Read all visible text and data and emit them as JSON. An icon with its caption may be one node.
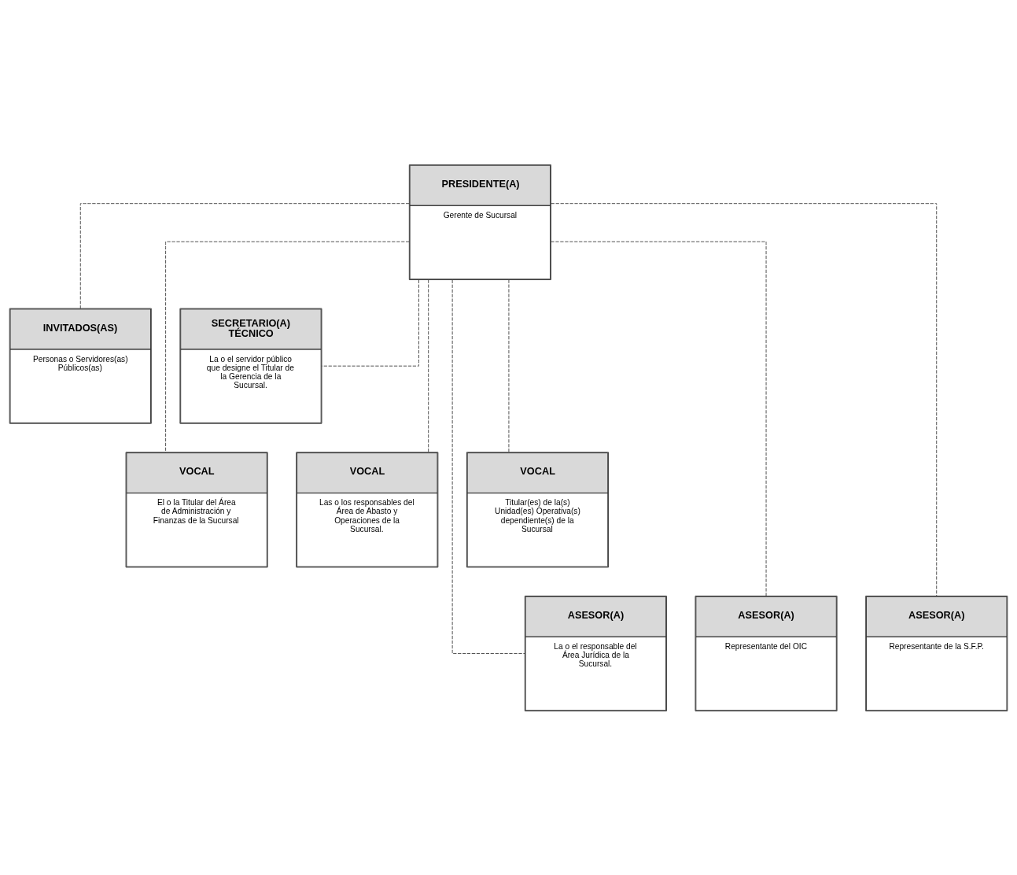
{
  "diagram": {
    "nodes": [
      {
        "text": [
          "PRESIDENTE(A)",
          "Gerente de Sucursal"
        ]
      },
      {
        "text": [
          "INVITADOS(AS)",
          "Personas o Servidores(as) Públicos(as)"
        ]
      },
      {
        "text": [
          "SECRETARIO(A) TÉCNICO",
          "La o el servidor público que designe el Titular de la Gerencia de la Sucursal."
        ]
      },
      {
        "text": [
          "VOCAL",
          "El o la Titular del Área de Administración y Finanzas de la Sucursal"
        ]
      },
      {
        "text": [
          "VOCAL",
          "Las o los responsables del Área de Abasto y Operaciones de la Sucursal."
        ]
      },
      {
        "text": [
          "VOCAL",
          "Titular(es) de la(s) Unidad(es) Operativa(s) dependiente(s) de la Sucursal"
        ]
      },
      {
        "text": [
          "ASESOR(A)",
          "La o el responsable del Área Jurídica de la Sucursal."
        ]
      },
      {
        "text": [
          "ASESOR(A)",
          "Representante del OIC"
        ]
      },
      {
        "text": [
          "ASESOR(A)",
          "Representante de la S.F.P."
        ]
      }
    ],
    "edges": [
      {
        "from": 0,
        "to": 1,
        "arrow": "none",
        "style": "dashed"
      },
      {
        "from": 0,
        "to": 2,
        "arrow": "none",
        "style": "dashed"
      },
      {
        "from": 0,
        "to": 3,
        "arrow": "none",
        "style": "dashed"
      },
      {
        "from": 0,
        "to": 4,
        "arrow": "none",
        "style": "dashed"
      },
      {
        "from": 0,
        "to": 5,
        "arrow": "none",
        "style": "dashed"
      },
      {
        "from": 0,
        "to": 6,
        "arrow": "none",
        "style": "dashed"
      },
      {
        "from": 0,
        "to": 7,
        "arrow": "none",
        "style": "dashed"
      },
      {
        "from": 0,
        "to": 8,
        "arrow": "none",
        "style": "dashed"
      }
    ]
  }
}
